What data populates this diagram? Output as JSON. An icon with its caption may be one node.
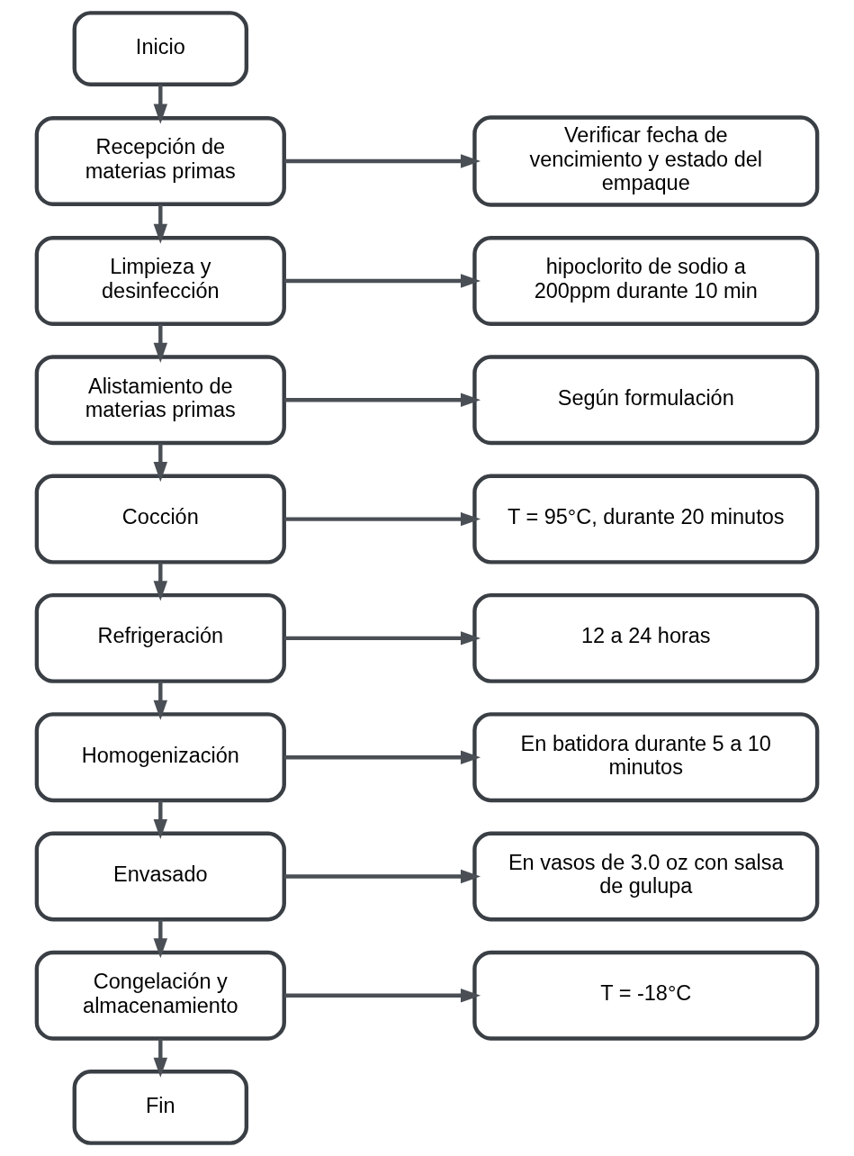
{
  "diagram": {
    "nodes": [
      {
        "text": [
          "Inicio"
        ]
      },
      {
        "text": [
          "Recepción de materias primas"
        ]
      },
      {
        "text": [
          "Verificar fecha de vencimiento y estado del empaque"
        ]
      },
      {
        "text": [
          "Limpieza y desinfección"
        ]
      },
      {
        "text": [
          "hipoclorito de sodio a 200ppm durante 10 min"
        ]
      },
      {
        "text": [
          "Alistamiento de materias primas"
        ]
      },
      {
        "text": [
          "Según formulación"
        ]
      },
      {
        "text": [
          "Cocción"
        ]
      },
      {
        "text": [
          "T = 95°C, durante 20 minutos"
        ]
      },
      {
        "text": [
          "Refrigeración"
        ]
      },
      {
        "text": [
          "12 a 24 horas"
        ]
      },
      {
        "text": [
          "Homogenización"
        ]
      },
      {
        "text": [
          "En batidora durante 5 a 10 minutos"
        ]
      },
      {
        "text": [
          "Envasado"
        ]
      },
      {
        "text": [
          "En vasos de 3.0 oz con salsa de gulupa"
        ]
      },
      {
        "text": [
          "Congelación y almacenamiento"
        ]
      },
      {
        "text": [
          "T = -18°C"
        ]
      },
      {
        "text": [
          "Fin"
        ]
      }
    ],
    "edges": [
      {
        "from": 0,
        "to": 1,
        "arrow": "to"
      },
      {
        "from": 1,
        "to": 2,
        "arrow": "to"
      },
      {
        "from": 1,
        "to": 3,
        "arrow": "to"
      },
      {
        "from": 3,
        "to": 4,
        "arrow": "to"
      },
      {
        "from": 3,
        "to": 5,
        "arrow": "to"
      },
      {
        "from": 5,
        "to": 6,
        "arrow": "to"
      },
      {
        "from": 5,
        "to": 7,
        "arrow": "to"
      },
      {
        "from": 7,
        "to": 8,
        "arrow": "to"
      },
      {
        "from": 7,
        "to": 9,
        "arrow": "to"
      },
      {
        "from": 9,
        "to": 10,
        "arrow": "to"
      },
      {
        "from": 9,
        "to": 11,
        "arrow": "to"
      },
      {
        "from": 11,
        "to": 12,
        "arrow": "to"
      },
      {
        "from": 11,
        "to": 13,
        "arrow": "to"
      },
      {
        "from": 13,
        "to": 14,
        "arrow": "to"
      },
      {
        "from": 13,
        "to": 15,
        "arrow": "to"
      },
      {
        "from": 15,
        "to": 16,
        "arrow": "to"
      },
      {
        "from": 15,
        "to": 17,
        "arrow": "to"
      }
    ]
  }
}
